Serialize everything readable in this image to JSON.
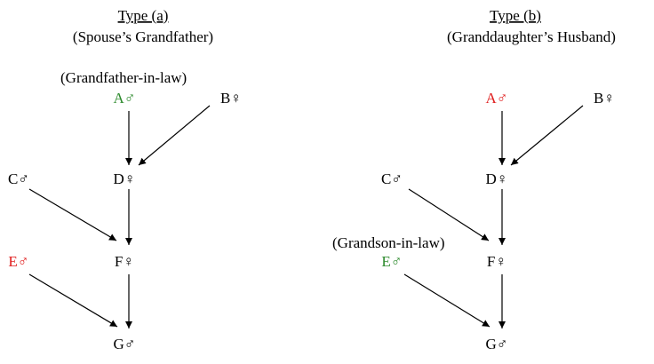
{
  "colors": {
    "default": "#000000",
    "green": "#2e8b2e",
    "red": "#e02020"
  },
  "panels": [
    {
      "id": "a",
      "title": "Type (a)",
      "subtitle": "(Spouse’s Grandfather)",
      "annotation": "(Grandfather-in-law)",
      "nodes": [
        {
          "id": "A",
          "label": "A♂",
          "color": "green"
        },
        {
          "id": "B",
          "label": "B♀",
          "color": "default"
        },
        {
          "id": "C",
          "label": "C♂",
          "color": "default"
        },
        {
          "id": "D",
          "label": "D♀",
          "color": "default"
        },
        {
          "id": "E",
          "label": "E♂",
          "color": "red"
        },
        {
          "id": "F",
          "label": "F♀",
          "color": "default"
        },
        {
          "id": "G",
          "label": "G♂",
          "color": "default"
        }
      ],
      "edges": [
        [
          "A",
          "D"
        ],
        [
          "B",
          "D"
        ],
        [
          "C",
          "F"
        ],
        [
          "D",
          "F"
        ],
        [
          "E",
          "G"
        ],
        [
          "F",
          "G"
        ]
      ]
    },
    {
      "id": "b",
      "title": "Type (b)",
      "subtitle": "(Granddaughter’s Husband)",
      "annotation": "(Grandson-in-law)",
      "nodes": [
        {
          "id": "A",
          "label": "A♂",
          "color": "red"
        },
        {
          "id": "B",
          "label": "B♀",
          "color": "default"
        },
        {
          "id": "C",
          "label": "C♂",
          "color": "default"
        },
        {
          "id": "D",
          "label": "D♀",
          "color": "default"
        },
        {
          "id": "E",
          "label": "E♂",
          "color": "green"
        },
        {
          "id": "F",
          "label": "F♀",
          "color": "default"
        },
        {
          "id": "G",
          "label": "G♂",
          "color": "default"
        }
      ],
      "edges": [
        [
          "A",
          "D"
        ],
        [
          "B",
          "D"
        ],
        [
          "C",
          "F"
        ],
        [
          "D",
          "F"
        ],
        [
          "E",
          "G"
        ],
        [
          "F",
          "G"
        ]
      ]
    }
  ]
}
